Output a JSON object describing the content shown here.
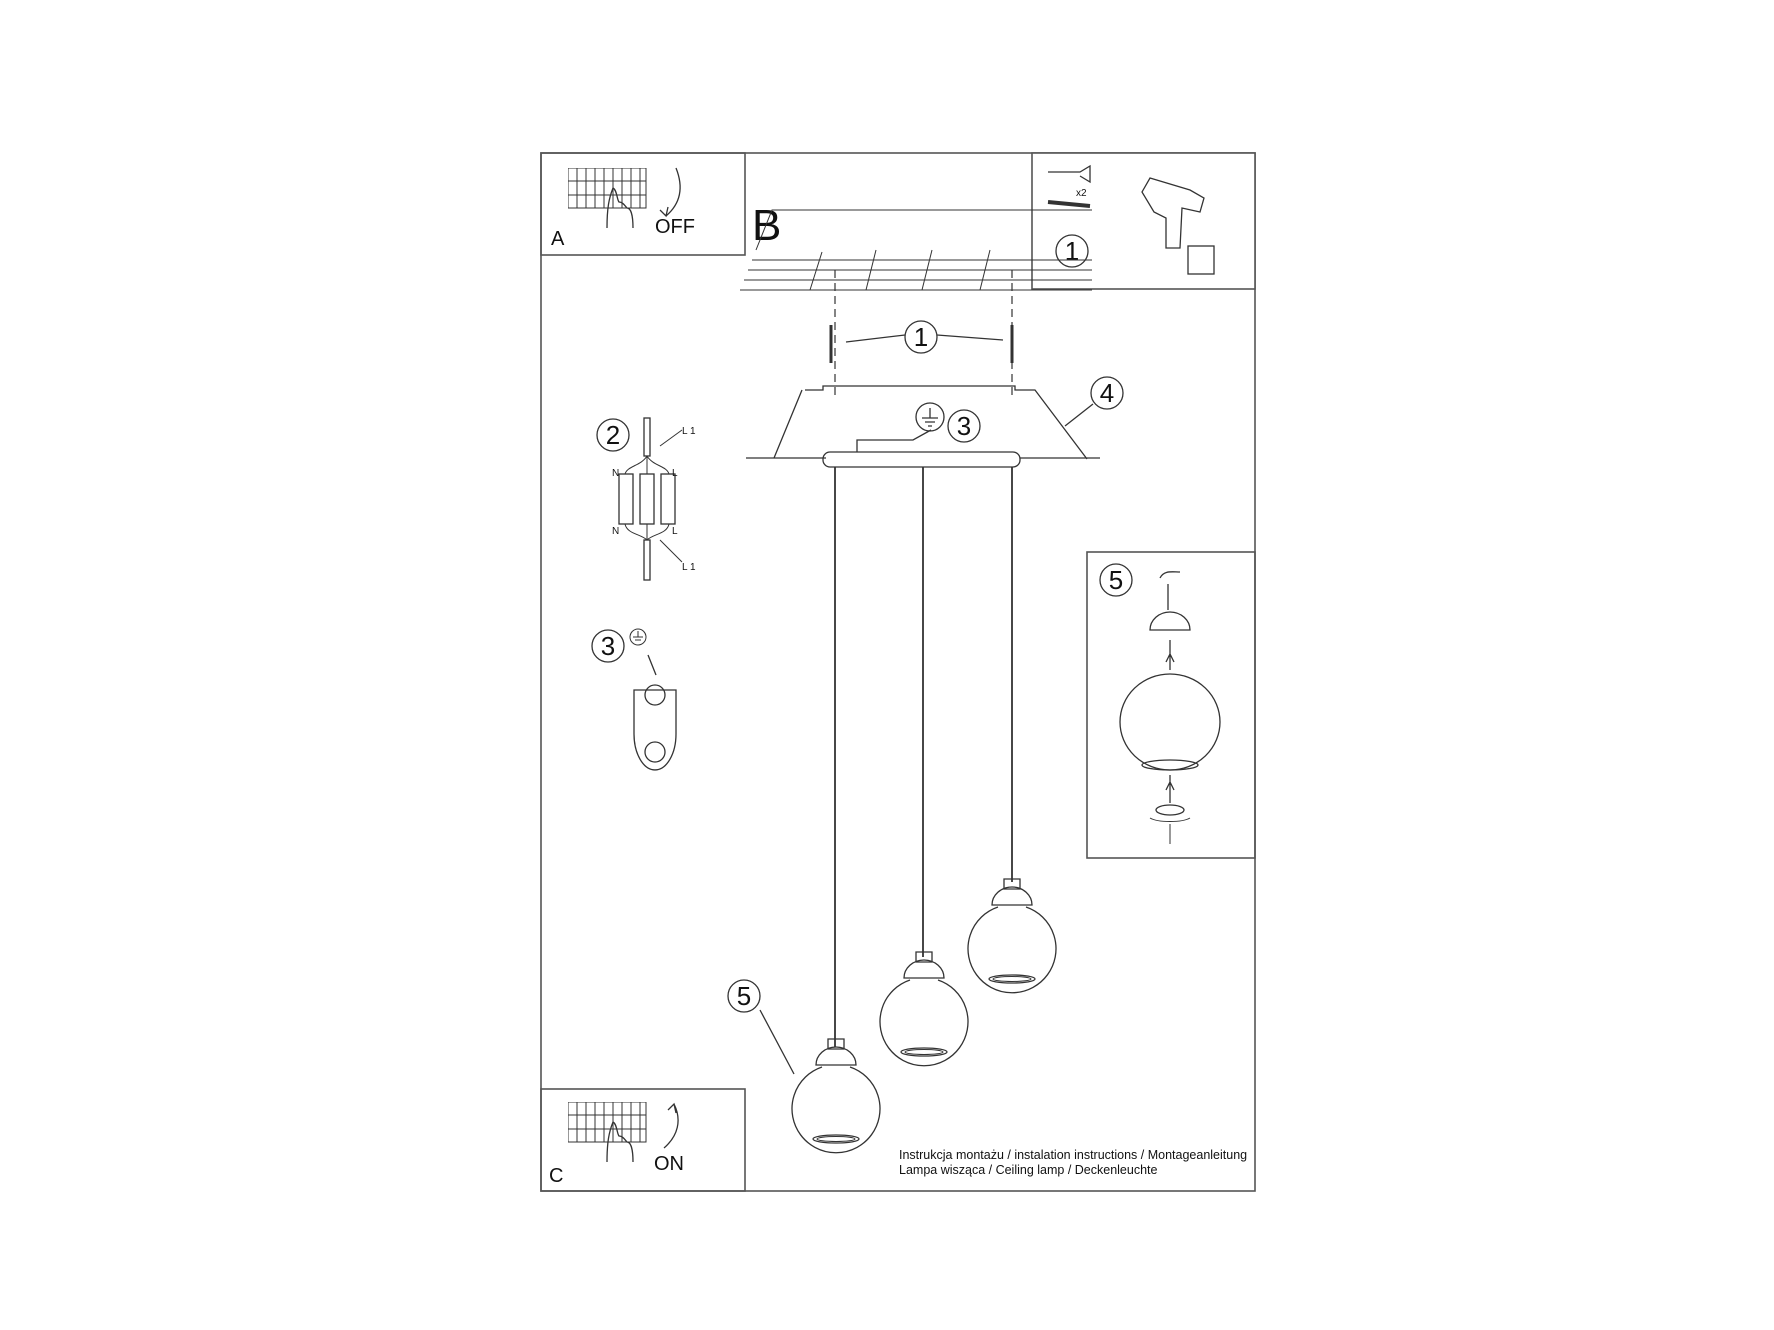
{
  "panels": {
    "a": {
      "letter": "A",
      "action": "OFF"
    },
    "b": {
      "letter": "B"
    },
    "c": {
      "letter": "C",
      "action": "ON"
    }
  },
  "tools": {
    "quantity": "x2",
    "part_number": "1"
  },
  "callouts": {
    "screws": "1",
    "wiring": "2",
    "ground_canopy": "3",
    "ground_detail": "3",
    "canopy": "4",
    "shade_main": "5",
    "shade_detail": "5"
  },
  "wiring_labels": {
    "l1_top": "L 1",
    "l1_bottom": "L 1",
    "n_top": "N",
    "l_top": "L",
    "n_bottom": "N",
    "l_bottom": "L"
  },
  "caption": {
    "line1": "Instrukcja montażu / instalation instructions / Montageanleitung",
    "line2": "Lampa wisząca / Ceiling lamp / Deckenleuchte"
  }
}
